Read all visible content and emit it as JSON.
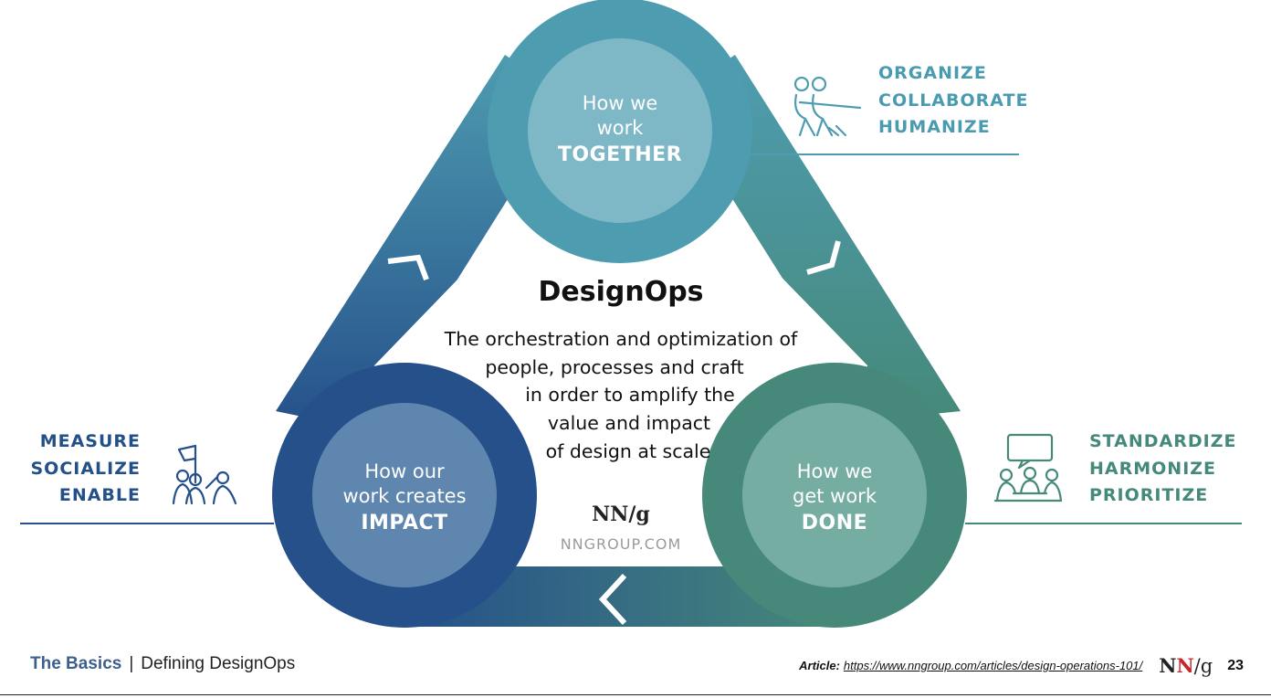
{
  "center": {
    "title": "DesignOps",
    "description_lines": [
      "The orchestration and optimization of",
      "people, processes and craft",
      "in order to amplify the",
      "value and impact",
      "of design at scale"
    ],
    "logo": "NN/g",
    "url": "NNGROUP.COM"
  },
  "nodes": {
    "together": {
      "line1": "How we",
      "line2": "work",
      "emphasis": "TOGETHER"
    },
    "impact": {
      "line1": "How our",
      "line2": "work creates",
      "emphasis": "IMPACT"
    },
    "done": {
      "line1": "How we",
      "line2": "get work",
      "emphasis": "DONE"
    }
  },
  "keywords": {
    "together": [
      "ORGANIZE",
      "COLLABORATE",
      "HUMANIZE"
    ],
    "impact": [
      "MEASURE",
      "SOCIALIZE",
      "ENABLE"
    ],
    "done": [
      "STANDARDIZE",
      "HARMONIZE",
      "PRIORITIZE"
    ]
  },
  "icons": {
    "together": "tug-of-war-icon",
    "impact": "team-flag-icon",
    "done": "meeting-discussion-icon"
  },
  "colors": {
    "together_dark": "#4e9cb0",
    "together_light": "#7eb8c6",
    "impact_dark": "#25508a",
    "impact_light": "#5f86ae",
    "done_dark": "#46897a",
    "done_light": "#75ada3",
    "together_text": "#4a9bb0",
    "impact_text": "#24508a",
    "done_text": "#44897a"
  },
  "footer": {
    "section": "The Basics",
    "separator": "|",
    "subtitle": "Defining DesignOps",
    "article_label": "Article:",
    "article_url": "https://www.nngroup.com/articles/design-operations-101/",
    "logo_n1": "N",
    "logo_n2": "N",
    "logo_slash_g": "/g",
    "page_number": "23"
  }
}
